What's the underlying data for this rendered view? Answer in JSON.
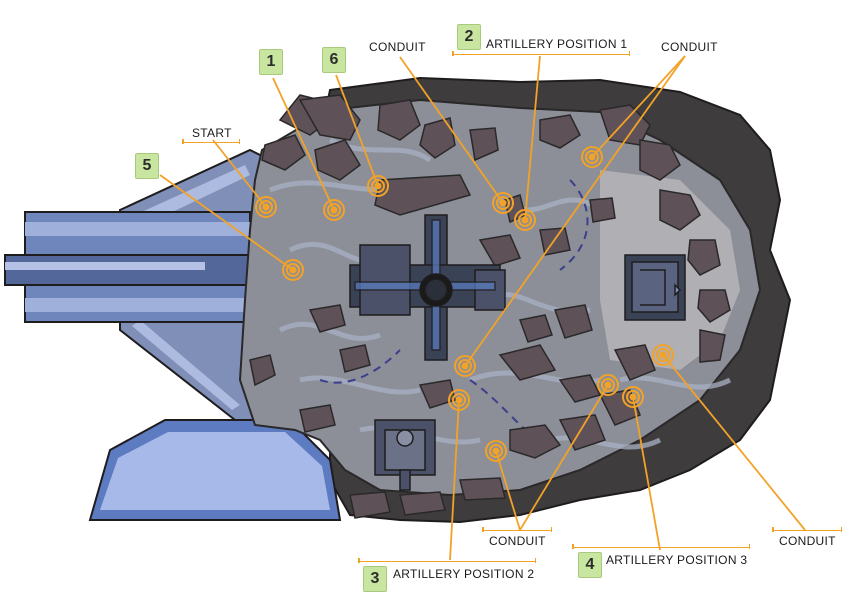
{
  "map": {
    "accent_color": "#f2a227",
    "badge_color": "#c9e6a1",
    "rock_color": "#5e5258",
    "arena_floor_color": "#8c8f98",
    "outer_rock_color": "#3f3c3e",
    "ship_color": "#6f86bd"
  },
  "labels": {
    "start": "START",
    "conduit": "CONDUIT",
    "artillery_1": "ARTILLERY POSITION 1",
    "artillery_2": "ARTILLERY POSITION 2",
    "artillery_3": "ARTILLERY POSITION 3"
  },
  "badges": {
    "b1": "1",
    "b2": "2",
    "b3": "3",
    "b4": "4",
    "b5": "5",
    "b6": "6"
  }
}
